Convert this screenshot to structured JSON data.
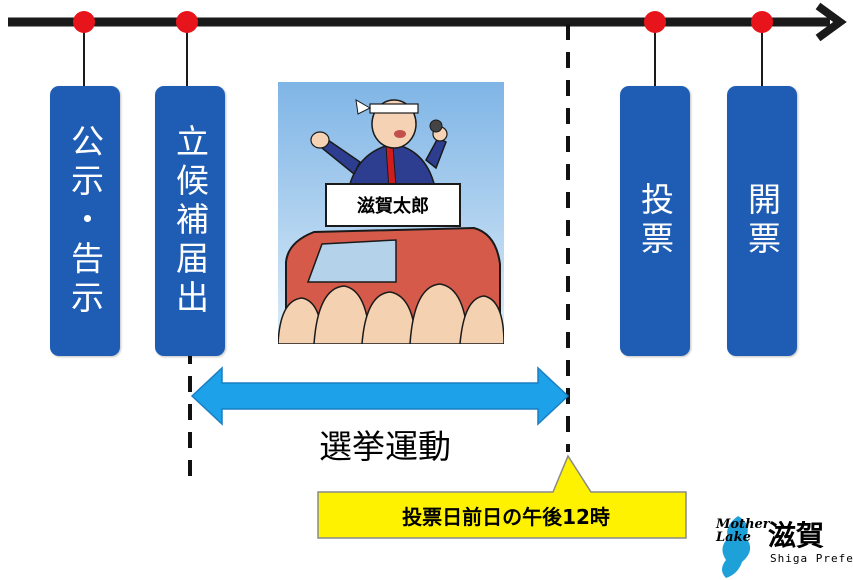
{
  "timeline": {
    "steps": [
      {
        "id": "kouji",
        "label": "公示・告示"
      },
      {
        "id": "rikkoho",
        "label": "立候補届出"
      },
      {
        "id": "tohyo",
        "label": "投票"
      },
      {
        "id": "kaihyo",
        "label": "開票"
      }
    ]
  },
  "illustration": {
    "sign_text": "滋賀太郎"
  },
  "campaign": {
    "label": "選挙運動"
  },
  "deadline": {
    "label": "投票日前日の午後12時"
  },
  "logo": {
    "mother_lake": "Mother Lake",
    "kanji": "滋賀",
    "english": "Shiga Prefe"
  },
  "colors": {
    "box_blue": "#1f5db4",
    "marker_red": "#e8141b",
    "arrow_blue": "#1da1e8",
    "callout_yellow": "#fff200"
  }
}
